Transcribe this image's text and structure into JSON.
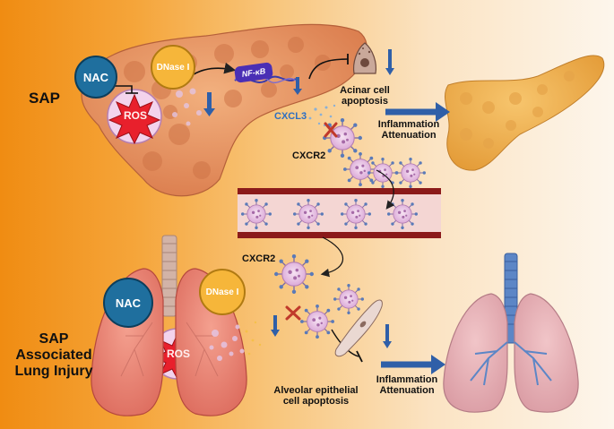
{
  "labels": {
    "sap": "SAP",
    "sap_lung_1": "SAP",
    "sap_lung_2": "Associated",
    "sap_lung_3": "Lung Injury",
    "nac": "NAC",
    "dnase": "DNase I",
    "ros": "ROS",
    "nfkb": "NF-κB",
    "cxcl3": "CXCL3",
    "cxcr2": "CXCR2",
    "acinar_1": "Acinar cell",
    "acinar_2": "apoptosis",
    "inflam_1": "Inflammation",
    "inflam_2": "Attenuation",
    "alveolar_1": "Alveolar epithelial",
    "alveolar_2": "cell apoptosis",
    "cell_tag": "CXCR2"
  },
  "colors": {
    "nac": "#1f6f9e",
    "dnase": "#f6b63a",
    "ros": "#e8202c",
    "nfkb": "#4a2fb5",
    "arrow_blue": "#2f5fa8",
    "vessel": "#8b1a1a",
    "neutrophil": "#e8c6e6",
    "pancreas": "#e89a63",
    "lung": "#e07a6e"
  },
  "icons": [
    "pancreas-icon",
    "healthy-pancreas-icon",
    "lungs-icon",
    "healthy-lungs-icon",
    "neutrophil-icon",
    "acinar-cell-icon",
    "blood-vessel-icon",
    "inhibit-arrow-icon",
    "block-x-icon",
    "down-arrow-icon"
  ]
}
